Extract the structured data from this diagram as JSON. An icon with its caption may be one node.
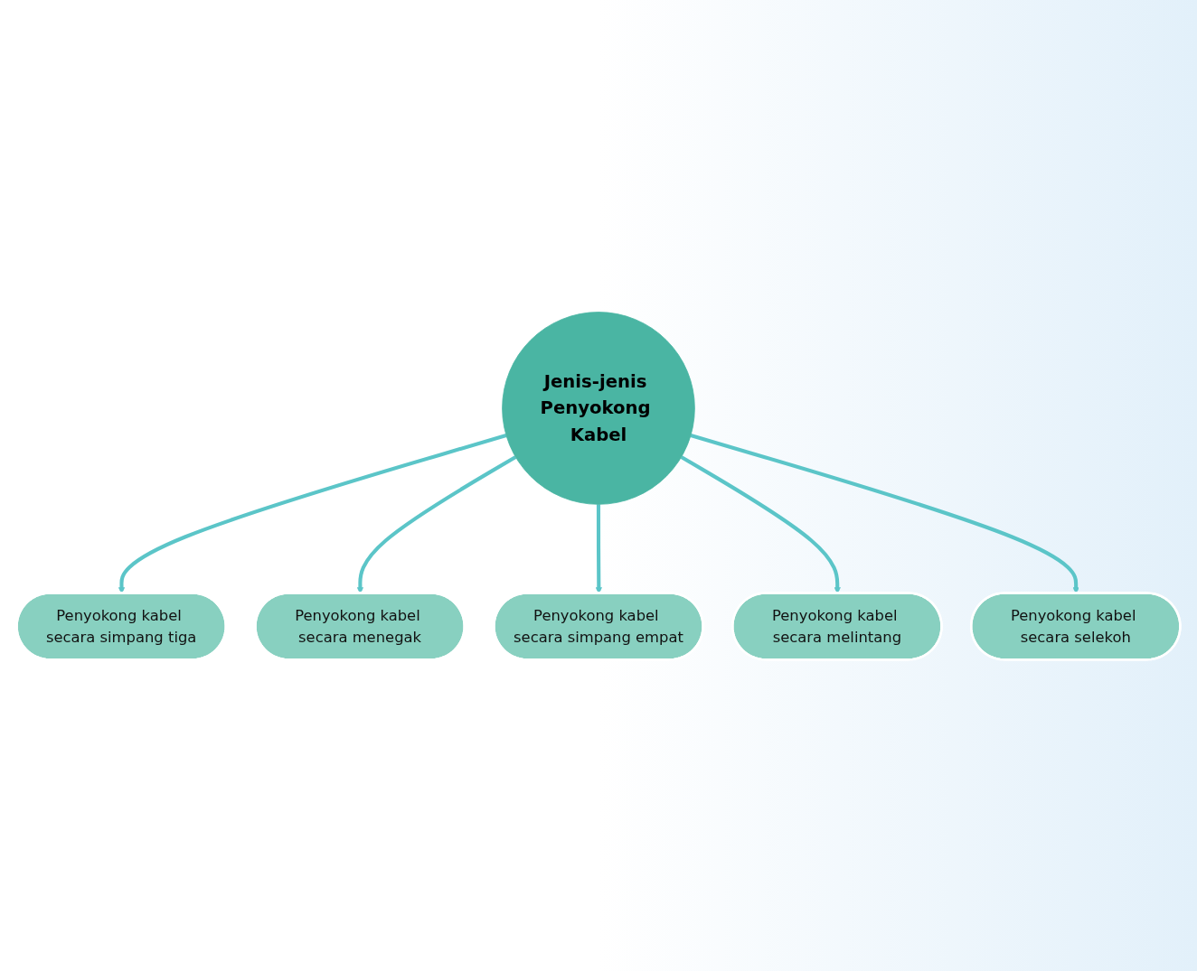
{
  "diagram": {
    "nodes": [
      {
        "text": [
          "Penyokong kabel secara simpang tiga"
        ]
      },
      {
        "text": [
          "Penyokong kabel secara menegak"
        ]
      },
      {
        "text": [
          "Jenis-jenis Penyokong Kabel"
        ]
      },
      {
        "text": [
          "Penyokong kabel secara simpang empat"
        ]
      },
      {
        "text": [
          "Penyokong kabel secara melintang"
        ]
      },
      {
        "text": [
          "Penyokong kabel secara selekoh"
        ]
      }
    ],
    "edges": [
      {
        "from": 2,
        "to": 0,
        "arrow": "to"
      },
      {
        "from": 2,
        "to": 1,
        "arrow": "to"
      },
      {
        "from": 2,
        "to": 3,
        "arrow": "to"
      },
      {
        "from": 2,
        "to": 4,
        "arrow": "to"
      },
      {
        "from": 2,
        "to": 5,
        "arrow": "to"
      }
    ]
  }
}
